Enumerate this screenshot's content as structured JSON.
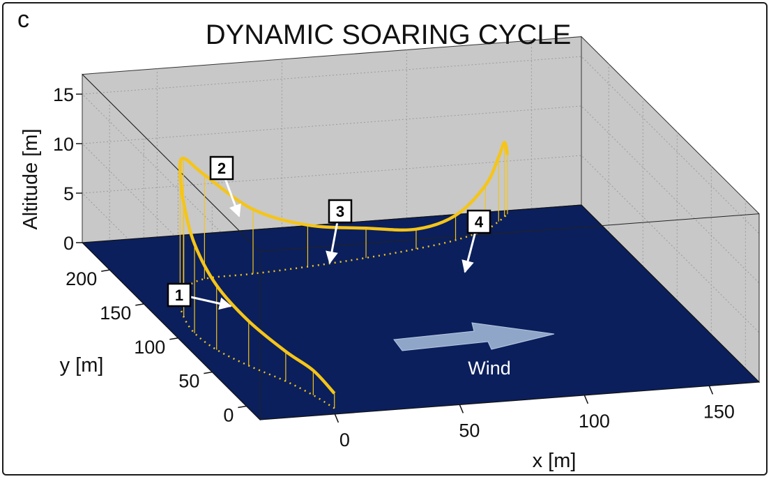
{
  "panel_letter": "c",
  "chart_data": {
    "type": "line",
    "subtype": "3d-trajectory",
    "title": "DYNAMIC SOARING CYCLE",
    "xlabel": "x [m]",
    "ylabel": "y [m]",
    "zlabel": "Altitude [m]",
    "x_ticks": [
      "0",
      "50",
      "100",
      "150"
    ],
    "y_ticks": [
      "0",
      "50",
      "100",
      "150",
      "200"
    ],
    "z_ticks": [
      "0",
      "5",
      "10",
      "15"
    ],
    "xlim": [
      -30,
      170
    ],
    "ylim": [
      -20,
      240
    ],
    "zlim": [
      0,
      17
    ],
    "grid": true,
    "colors": {
      "trajectory": "#f5c518",
      "ground": "#0b1f5c",
      "walls": "#c8c8c8",
      "wind_arrow": "#8fa6c9"
    },
    "wind_label": "Wind",
    "markers": [
      {
        "label": "1"
      },
      {
        "label": "2"
      },
      {
        "label": "3"
      },
      {
        "label": "4"
      }
    ],
    "series": [
      {
        "points": [
          {
            "x": 2,
            "y": -12,
            "z": 1.5
          },
          {
            "x": -1,
            "y": 8,
            "z": 2.5
          },
          {
            "x": -6,
            "y": 30,
            "z": 3.0
          },
          {
            "x": -14,
            "y": 55,
            "z": 4.5
          },
          {
            "x": -20,
            "y": 80,
            "z": 6.5
          },
          {
            "x": -22,
            "y": 105,
            "z": 9.0
          },
          {
            "x": -20,
            "y": 128,
            "z": 11.5
          },
          {
            "x": -16,
            "y": 148,
            "z": 13.2
          },
          {
            "x": -10,
            "y": 165,
            "z": 13.3
          },
          {
            "x": 2,
            "y": 178,
            "z": 10.5
          },
          {
            "x": 22,
            "y": 180,
            "z": 6.5
          },
          {
            "x": 45,
            "y": 184,
            "z": 4.2
          },
          {
            "x": 70,
            "y": 190,
            "z": 3.0
          },
          {
            "x": 92,
            "y": 197,
            "z": 2.0
          },
          {
            "x": 110,
            "y": 205,
            "z": 2.5
          },
          {
            "x": 125,
            "y": 216,
            "z": 4.5
          },
          {
            "x": 133,
            "y": 226,
            "z": 6.5
          },
          {
            "x": 137,
            "y": 232,
            "z": 7.5
          },
          {
            "x": 139,
            "y": 235,
            "z": 6.0
          }
        ]
      }
    ]
  }
}
